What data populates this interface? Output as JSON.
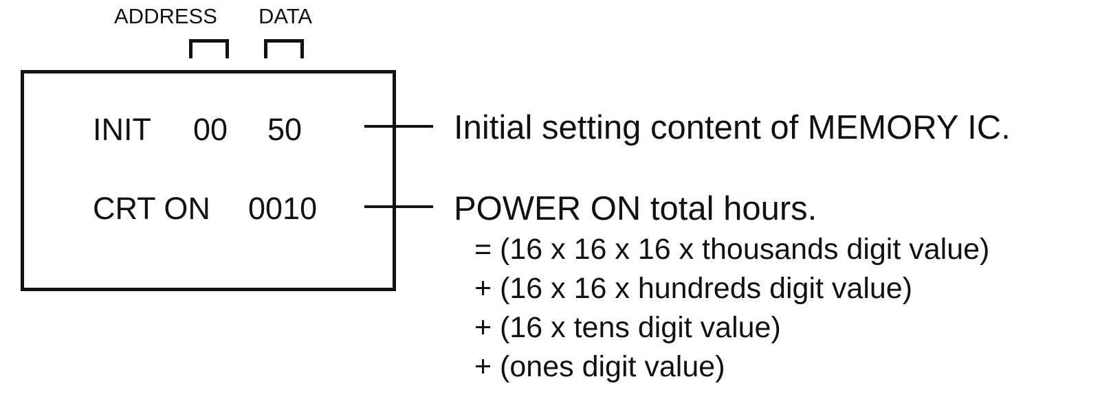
{
  "header": {
    "address_label": "ADDRESS",
    "data_label": "DATA"
  },
  "screen": {
    "row1": {
      "label": "INIT",
      "address": "00",
      "data": "50"
    },
    "row2": {
      "label": "CRT ON",
      "data": "0010"
    }
  },
  "descriptions": {
    "init": "Initial setting content of MEMORY IC.",
    "power_on": "POWER ON total hours.",
    "formula": [
      "= (16 x 16 x 16 x thousands digit value)",
      "+ (16 x 16 x hundreds digit value)",
      "+ (16 x tens digit value)",
      "+ (ones digit value)"
    ]
  }
}
